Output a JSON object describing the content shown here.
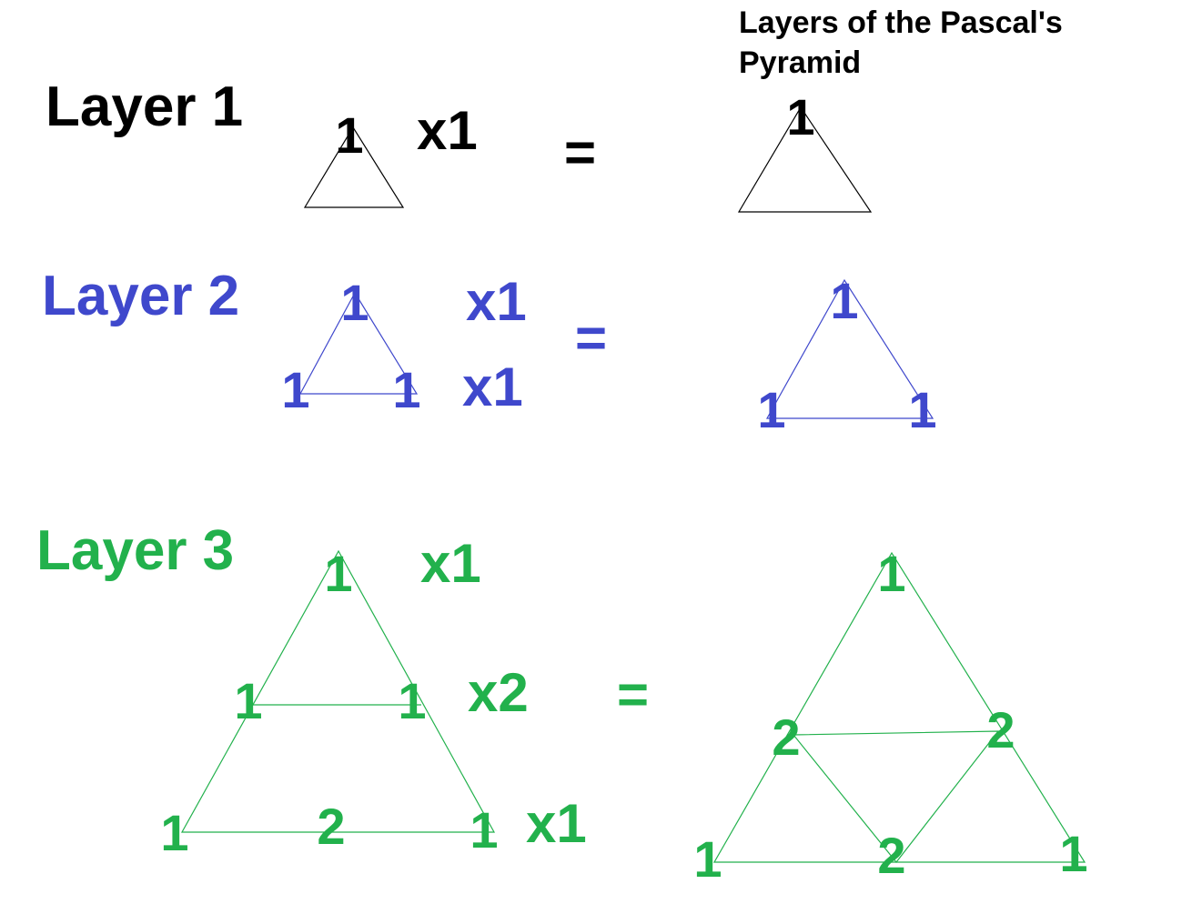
{
  "title": "Layers of the Pascal's Pyramid",
  "title_line1": "Layers of the Pascal's",
  "title_line2": "Pyramid",
  "colors": {
    "layer1": "#000000",
    "layer2": "#3f48cc",
    "layer3": "#22b14c"
  },
  "layers": [
    {
      "label": "Layer 1",
      "equals": "=",
      "rows": [
        {
          "values": [
            "1"
          ],
          "multiplier": "x1"
        }
      ],
      "result": [
        "1"
      ]
    },
    {
      "label": "Layer 2",
      "equals": "=",
      "rows": [
        {
          "values": [
            "1"
          ],
          "multiplier": "x1"
        },
        {
          "values": [
            "1",
            "1"
          ],
          "multiplier": "x1"
        }
      ],
      "result": [
        "1",
        "1",
        "1"
      ]
    },
    {
      "label": "Layer 3",
      "equals": "=",
      "rows": [
        {
          "values": [
            "1"
          ],
          "multiplier": "x1"
        },
        {
          "values": [
            "1",
            "1"
          ],
          "multiplier": "x2"
        },
        {
          "values": [
            "1",
            "2",
            "1"
          ],
          "multiplier": "x1"
        }
      ],
      "result": [
        "1",
        "2",
        "2",
        "2",
        "1",
        "1"
      ]
    }
  ]
}
